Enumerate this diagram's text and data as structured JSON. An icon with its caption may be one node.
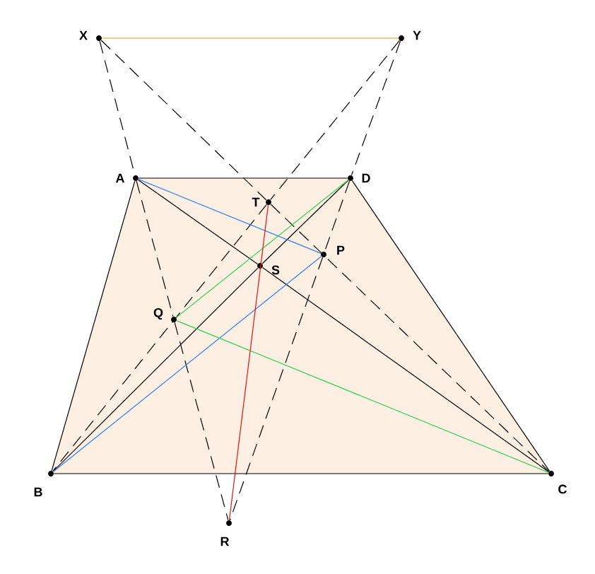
{
  "diagram": {
    "nodes": [
      {
        "text": [
          "X"
        ]
      },
      {
        "text": [
          "Y"
        ]
      },
      {
        "text": [
          "A"
        ]
      },
      {
        "text": [
          "D"
        ]
      },
      {
        "text": [
          "T"
        ]
      },
      {
        "text": [
          "S"
        ]
      },
      {
        "text": [
          "P"
        ]
      },
      {
        "text": [
          "Q"
        ]
      },
      {
        "text": [
          "B"
        ]
      },
      {
        "text": [
          "C"
        ]
      },
      {
        "text": [
          "R"
        ]
      }
    ],
    "edges": [
      {
        "from": 0,
        "to": 1,
        "arrow": "none",
        "color": "#d09a28"
      },
      {
        "from": 2,
        "to": 3,
        "arrow": "none"
      },
      {
        "from": 2,
        "to": 8,
        "arrow": "none"
      },
      {
        "from": 3,
        "to": 9,
        "arrow": "none"
      },
      {
        "from": 8,
        "to": 9,
        "arrow": "none"
      },
      {
        "from": 2,
        "to": 5,
        "arrow": "none"
      },
      {
        "from": 5,
        "to": 9,
        "arrow": "none"
      },
      {
        "from": 8,
        "to": 5,
        "arrow": "none"
      },
      {
        "from": 5,
        "to": 3,
        "arrow": "none"
      },
      {
        "from": 0,
        "to": 2,
        "arrow": "none",
        "style": "dashed"
      },
      {
        "from": 2,
        "to": 7,
        "arrow": "none",
        "style": "dashed"
      },
      {
        "from": 7,
        "to": 10,
        "arrow": "none",
        "style": "dashed"
      },
      {
        "from": 1,
        "to": 3,
        "arrow": "none",
        "style": "dashed"
      },
      {
        "from": 3,
        "to": 6,
        "arrow": "none",
        "style": "dashed"
      },
      {
        "from": 6,
        "to": 10,
        "arrow": "none",
        "style": "dashed"
      },
      {
        "from": 0,
        "to": 4,
        "arrow": "none",
        "style": "dashed"
      },
      {
        "from": 4,
        "to": 9,
        "arrow": "none",
        "style": "dashed"
      },
      {
        "from": 1,
        "to": 4,
        "arrow": "none",
        "style": "dashed"
      },
      {
        "from": 4,
        "to": 8,
        "arrow": "none",
        "style": "dashed"
      },
      {
        "from": 2,
        "to": 6,
        "arrow": "none",
        "color": "#2f7ff0"
      },
      {
        "from": 6,
        "to": 8,
        "arrow": "none",
        "color": "#2f7ff0"
      },
      {
        "from": 3,
        "to": 7,
        "arrow": "none",
        "color": "#2ed158"
      },
      {
        "from": 7,
        "to": 9,
        "arrow": "none",
        "color": "#2ed158"
      },
      {
        "from": 4,
        "to": 10,
        "arrow": "none",
        "color": "#ee1111"
      }
    ]
  }
}
